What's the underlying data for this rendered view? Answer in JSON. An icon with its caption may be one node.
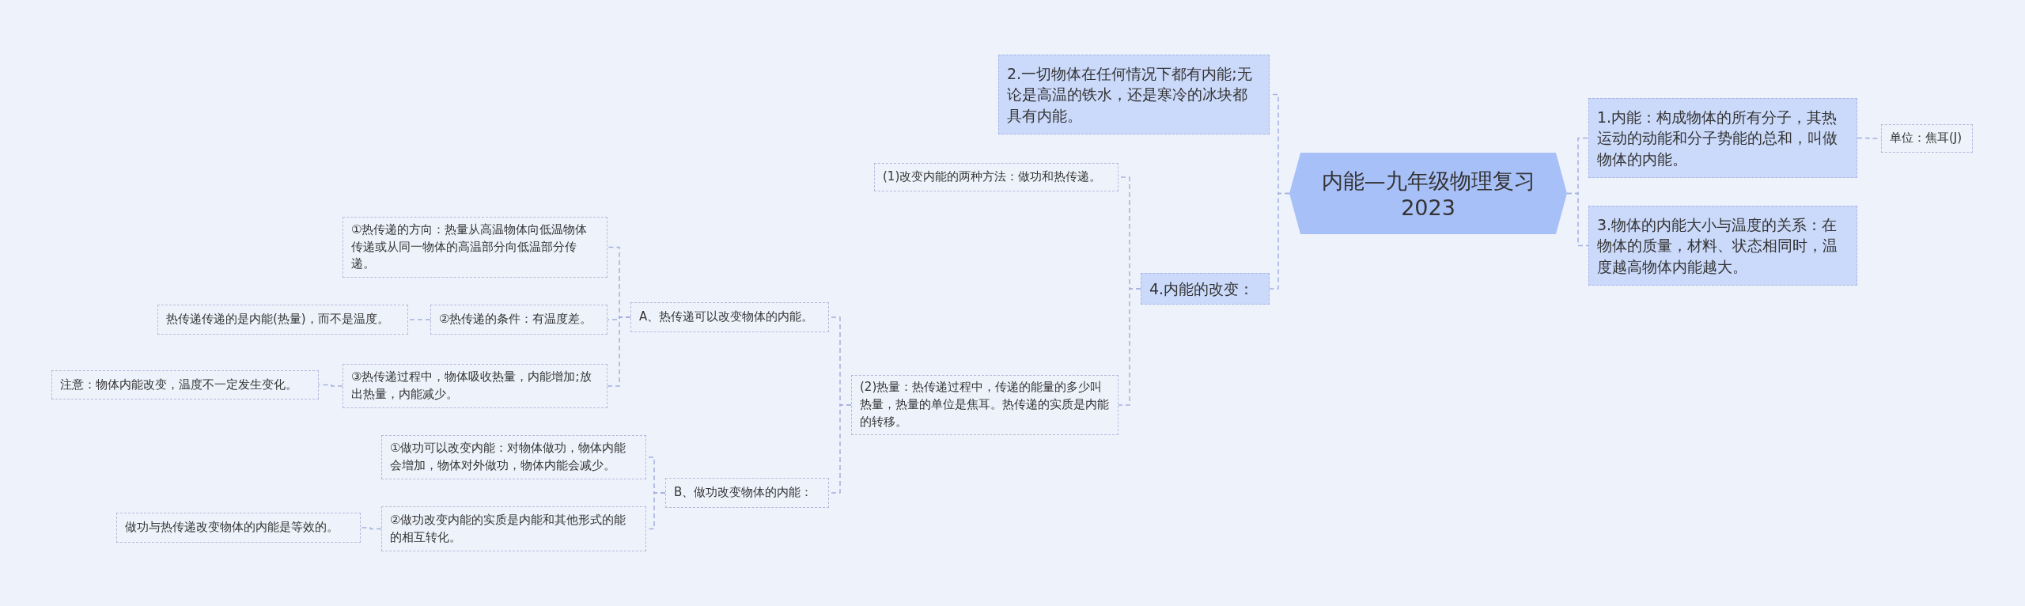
{
  "diagram": {
    "nodes": [
      {
        "text": [
          "内能—九年级物理复习2023"
        ]
      },
      {
        "text": [
          "1.内能：构成物体的所有分子，其热运动的动能和分子势能的总和，叫做物体的内能。"
        ]
      },
      {
        "text": [
          "单位：焦耳(J)"
        ]
      },
      {
        "text": [
          "3.物体的内能大小与温度的关系：在物体的质量，材料、状态相同时，温度越高物体内能越大。"
        ]
      },
      {
        "text": [
          "2.一切物体在任何情况下都有内能;无论是高温的铁水，还是寒冷的冰块都具有内能。"
        ]
      },
      {
        "text": [
          "4.内能的改变："
        ]
      },
      {
        "text": [
          "(1)改变内能的两种方法：做功和热传递。"
        ]
      },
      {
        "text": [
          "(2)热量：热传递过程中，传递的能量的多少叫热量，热量的单位是焦耳。热传递的实质是内能的转移。"
        ]
      },
      {
        "text": [
          "A、热传递可以改变物体的内能。"
        ]
      },
      {
        "text": [
          "①热传递的方向：热量从高温物体向低温物体传递或从同一物体的高温部分向低温部分传递。"
        ]
      },
      {
        "text": [
          "②热传递的条件：有温度差。"
        ]
      },
      {
        "text": [
          "热传递传递的是内能(热量)，而不是温度。"
        ]
      },
      {
        "text": [
          "③热传递过程中，物体吸收热量，内能增加;放出热量，内能减少。"
        ]
      },
      {
        "text": [
          "注意：物体内能改变，温度不一定发生变化。"
        ]
      },
      {
        "text": [
          "B、做功改变物体的内能："
        ]
      },
      {
        "text": [
          "①做功可以改变内能：对物体做功，物体内能会增加，物体对外做功，物体内能会减少。"
        ]
      },
      {
        "text": [
          "②做功改变内能的实质是内能和其他形式的能的相互转化。"
        ]
      },
      {
        "text": [
          "做功与热传递改变物体的内能是等效的。"
        ]
      }
    ],
    "edges": [
      {
        "from": 0,
        "to": 1,
        "arrow": "none"
      },
      {
        "from": 1,
        "to": 2,
        "arrow": "none"
      },
      {
        "from": 0,
        "to": 3,
        "arrow": "none"
      },
      {
        "from": 0,
        "to": 4,
        "arrow": "none"
      },
      {
        "from": 0,
        "to": 5,
        "arrow": "none"
      },
      {
        "from": 5,
        "to": 6,
        "arrow": "none"
      },
      {
        "from": 5,
        "to": 7,
        "arrow": "none"
      },
      {
        "from": 7,
        "to": 8,
        "arrow": "none"
      },
      {
        "from": 8,
        "to": 9,
        "arrow": "none"
      },
      {
        "from": 8,
        "to": 10,
        "arrow": "none"
      },
      {
        "from": 10,
        "to": 11,
        "arrow": "none"
      },
      {
        "from": 8,
        "to": 12,
        "arrow": "none"
      },
      {
        "from": 12,
        "to": 13,
        "arrow": "none"
      },
      {
        "from": 7,
        "to": 14,
        "arrow": "none"
      },
      {
        "from": 14,
        "to": 15,
        "arrow": "none"
      },
      {
        "from": 14,
        "to": 16,
        "arrow": "none"
      },
      {
        "from": 16,
        "to": 17,
        "arrow": "none"
      }
    ]
  }
}
